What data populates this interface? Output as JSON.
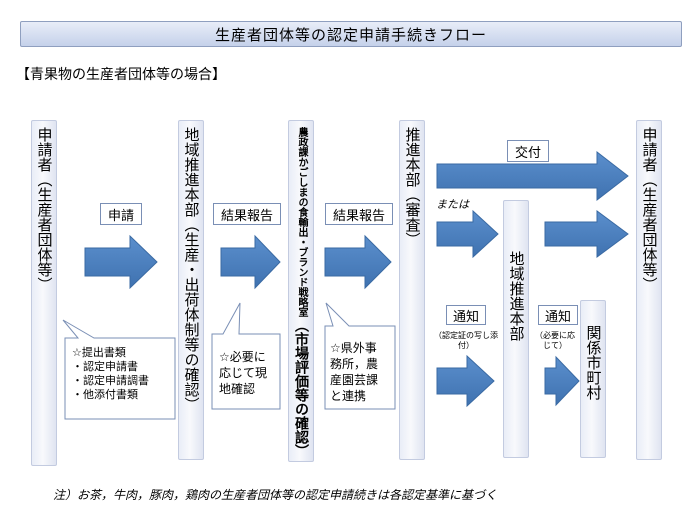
{
  "title": "生産者団体等の認定申請手続きフロー",
  "subtitle": "【青果物の生産者団体等の場合】",
  "columns": {
    "applicant": "申請者（生産者団体等）",
    "regional_office": "地域推進本部（生産・出荷体制等の確認）",
    "agri_section": "農政課かごしまの食輸出・ブランド戦略室",
    "agri_section_sub": "（市場評価等の確認）",
    "promotion_hq": "推進本部（審査）",
    "regional_office_2": "地域推進本部",
    "municipality": "関係市町村",
    "applicant_right": "申請者（生産者団体等）"
  },
  "labels": {
    "apply": "申請",
    "report1": "結果報告",
    "report2": "結果報告",
    "issue": "交付",
    "or": "または",
    "notice1": "通知",
    "notice1_note": "（認定証の写し添付）",
    "notice2": "通知",
    "notice2_note": "（必要に応じて）"
  },
  "callouts": {
    "docs": [
      "☆提出書類",
      "・認定申請書",
      "・認定申請調書",
      "・他添付書類"
    ],
    "report_note": [
      "☆必要に",
      "応じて現",
      "地確認"
    ],
    "cooperation": [
      "☆県外事",
      "務所，農",
      "産園芸課",
      "と連携"
    ]
  },
  "footnote": "注）お茶，牛肉，豚肉，鶏肉の生産者団体等の認定申請続きは各認定基準に基づく",
  "colors": {
    "arrow": "#4a7ebb",
    "arrow_edge": "#3a6aa3",
    "column_border": "#c3cbe0",
    "title_bg": "#c5d1ea"
  }
}
